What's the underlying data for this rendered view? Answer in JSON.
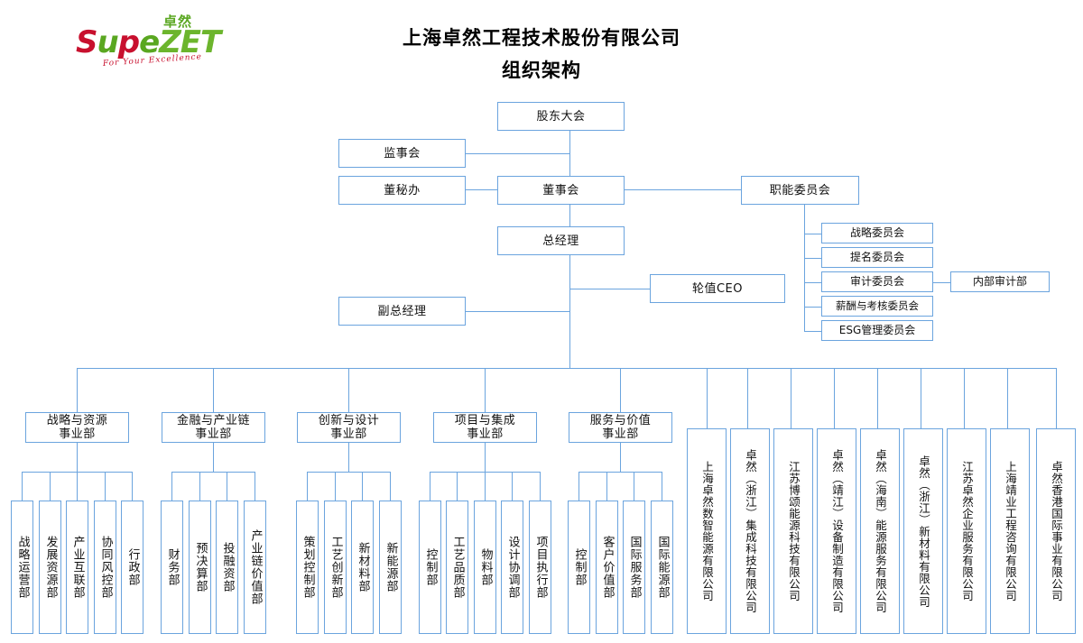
{
  "logo": {
    "cn_mark": "卓然",
    "word_parts": [
      "S",
      "u",
      "p",
      "e",
      "Z",
      "ET"
    ],
    "word_full": "SupeZET",
    "tagline": "For Your Excellence"
  },
  "header": {
    "title_line1": "上海卓然工程技术股份有限公司",
    "title_line2": "组织架构"
  },
  "governance": {
    "shareholders_meeting": "股东大会",
    "supervisory_board": "监事会",
    "board_secretary_office": "董秘办",
    "board_of_directors": "董事会",
    "general_manager": "总经理",
    "rotating_ceo": "轮值CEO",
    "deputy_general_manager": "副总经理",
    "functional_committee": "职能委员会",
    "internal_audit_dept": "内部审计部"
  },
  "committees": [
    "战略委员会",
    "提名委员会",
    "审计委员会",
    "薪酬与考核委员会",
    "ESG管理委员会"
  ],
  "divisions": [
    {
      "name_line1": "战略与资源",
      "name_line2": "事业部",
      "departments": [
        "战略运营部",
        "发展资源部",
        "产业互联部",
        "协同风控部",
        "行政部"
      ]
    },
    {
      "name_line1": "金融与产业链",
      "name_line2": "事业部",
      "departments": [
        "财务部",
        "预决算部",
        "投融资部",
        "产业链价值部"
      ]
    },
    {
      "name_line1": "创新与设计",
      "name_line2": "事业部",
      "departments": [
        "策划控制部",
        "工艺创新部",
        "新材料部",
        "新能源部"
      ]
    },
    {
      "name_line1": "项目与集成",
      "name_line2": "事业部",
      "departments": [
        "控制部",
        "工艺品质部",
        "物料部",
        "设计协调部",
        "项目执行部"
      ]
    },
    {
      "name_line1": "服务与价值",
      "name_line2": "事业部",
      "departments": [
        "控制部",
        "客户价值部",
        "国际服务部",
        "国际能源部"
      ]
    }
  ],
  "subsidiaries": [
    "上海卓然数智能源有限公司",
    "卓然（浙江）集成科技有限公司",
    "江苏博颂能源科技有限公司",
    "卓然（靖江）设备制造有限公司",
    "卓然（海南）能源服务有限公司",
    "卓然（浙江）新材料有限公司",
    "江苏卓然企业服务有限公司",
    "上海靖业工程咨询有限公司",
    "卓然香港国际事业有限公司"
  ],
  "colors": {
    "line": "#6ba4de",
    "box_border": "#6ba4de",
    "logo_red": "#c8102e",
    "logo_green": "#5aa721",
    "background": "#ffffff"
  }
}
